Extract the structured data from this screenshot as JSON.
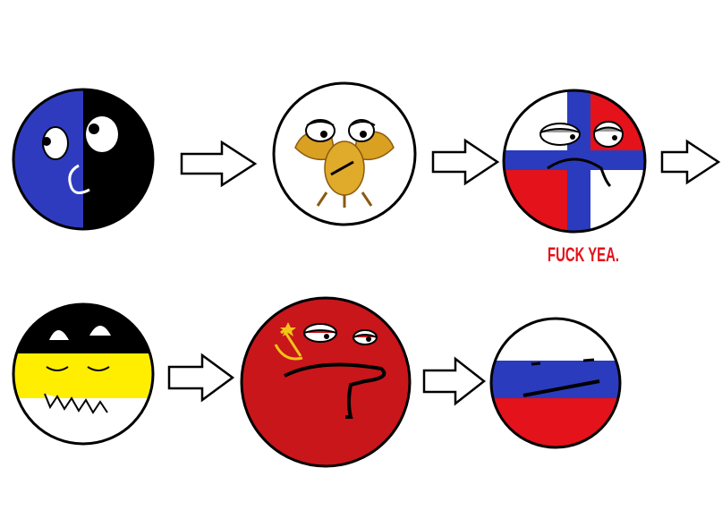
{
  "comic": {
    "caption": "FUCK YEA.",
    "balls": [
      {
        "name": "blue-black-ball",
        "colors": [
          "#2f3bbf",
          "#000000"
        ]
      },
      {
        "name": "double-headed-eagle-ball",
        "colors": [
          "#ffffff",
          "#d9a021"
        ]
      },
      {
        "name": "red-white-cross-ball",
        "colors": [
          "#e3121b",
          "#ffffff",
          "#2b3bbd"
        ]
      },
      {
        "name": "black-yellow-white-ball",
        "colors": [
          "#000000",
          "#ffee00",
          "#ffffff"
        ]
      },
      {
        "name": "hammer-sickle-red-ball",
        "colors": [
          "#c8161b",
          "#f2c418"
        ]
      },
      {
        "name": "white-blue-red-ball",
        "colors": [
          "#ffffff",
          "#2b3bbd",
          "#e3121b"
        ]
      }
    ],
    "arrows": 5
  }
}
